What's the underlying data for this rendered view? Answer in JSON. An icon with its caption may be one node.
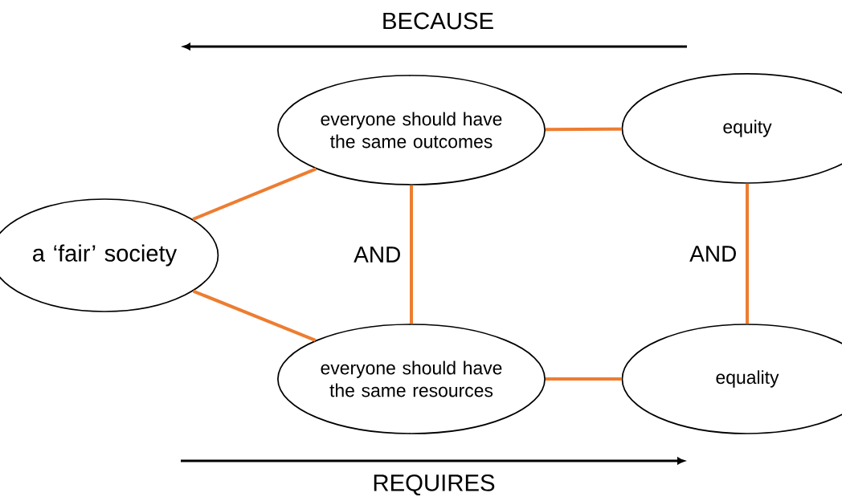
{
  "diagram": {
    "nodes": [
      {
        "text": [
          "a ‘fair’ society"
        ]
      },
      {
        "text": [
          "everyone should have the same outcomes"
        ]
      },
      {
        "text": [
          "equity"
        ]
      },
      {
        "text": [
          "everyone should have the same resources"
        ]
      },
      {
        "text": [
          "equality"
        ]
      }
    ],
    "edges": [
      {
        "from": 0,
        "to": 1,
        "arrow": "none"
      },
      {
        "from": 0,
        "to": 3,
        "arrow": "none"
      },
      {
        "from": 1,
        "to": 2,
        "arrow": "none"
      },
      {
        "from": 1,
        "to": 3,
        "arrow": "none",
        "label": "AND"
      },
      {
        "from": 2,
        "to": 4,
        "arrow": "none",
        "label": "AND"
      },
      {
        "from": 3,
        "to": 4,
        "arrow": "none"
      }
    ],
    "labels": [
      "BECAUSE",
      "REQUIRES"
    ]
  }
}
